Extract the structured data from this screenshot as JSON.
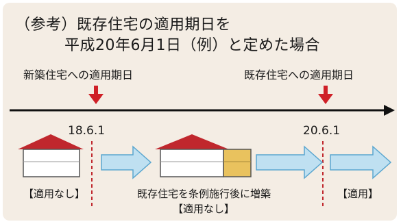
{
  "title": {
    "line1": "（参考）既存住宅の適用期日を",
    "line2": "平成20年6月1日（例）と定めた場合"
  },
  "timeline": {
    "new_housing_label": "新築住宅への適用期日",
    "existing_housing_label": "既存住宅への適用期日",
    "date_new": "18.6.1",
    "date_existing": "20.6.1"
  },
  "captions": {
    "house1": "【適用なし】",
    "house2_line1": "既存住宅を条例施行後に増築",
    "house2_line2": "【適用なし】",
    "final": "【適用】"
  },
  "colors": {
    "roof": "#c0272d",
    "marker_arrow": "#cf2027",
    "flow_arrow_fill": "#bfe0f1",
    "flow_arrow_stroke": "#5aa6cf",
    "extension": "#e9c25e",
    "dashed_line": "#c0272d",
    "background": "#f4ede4"
  }
}
